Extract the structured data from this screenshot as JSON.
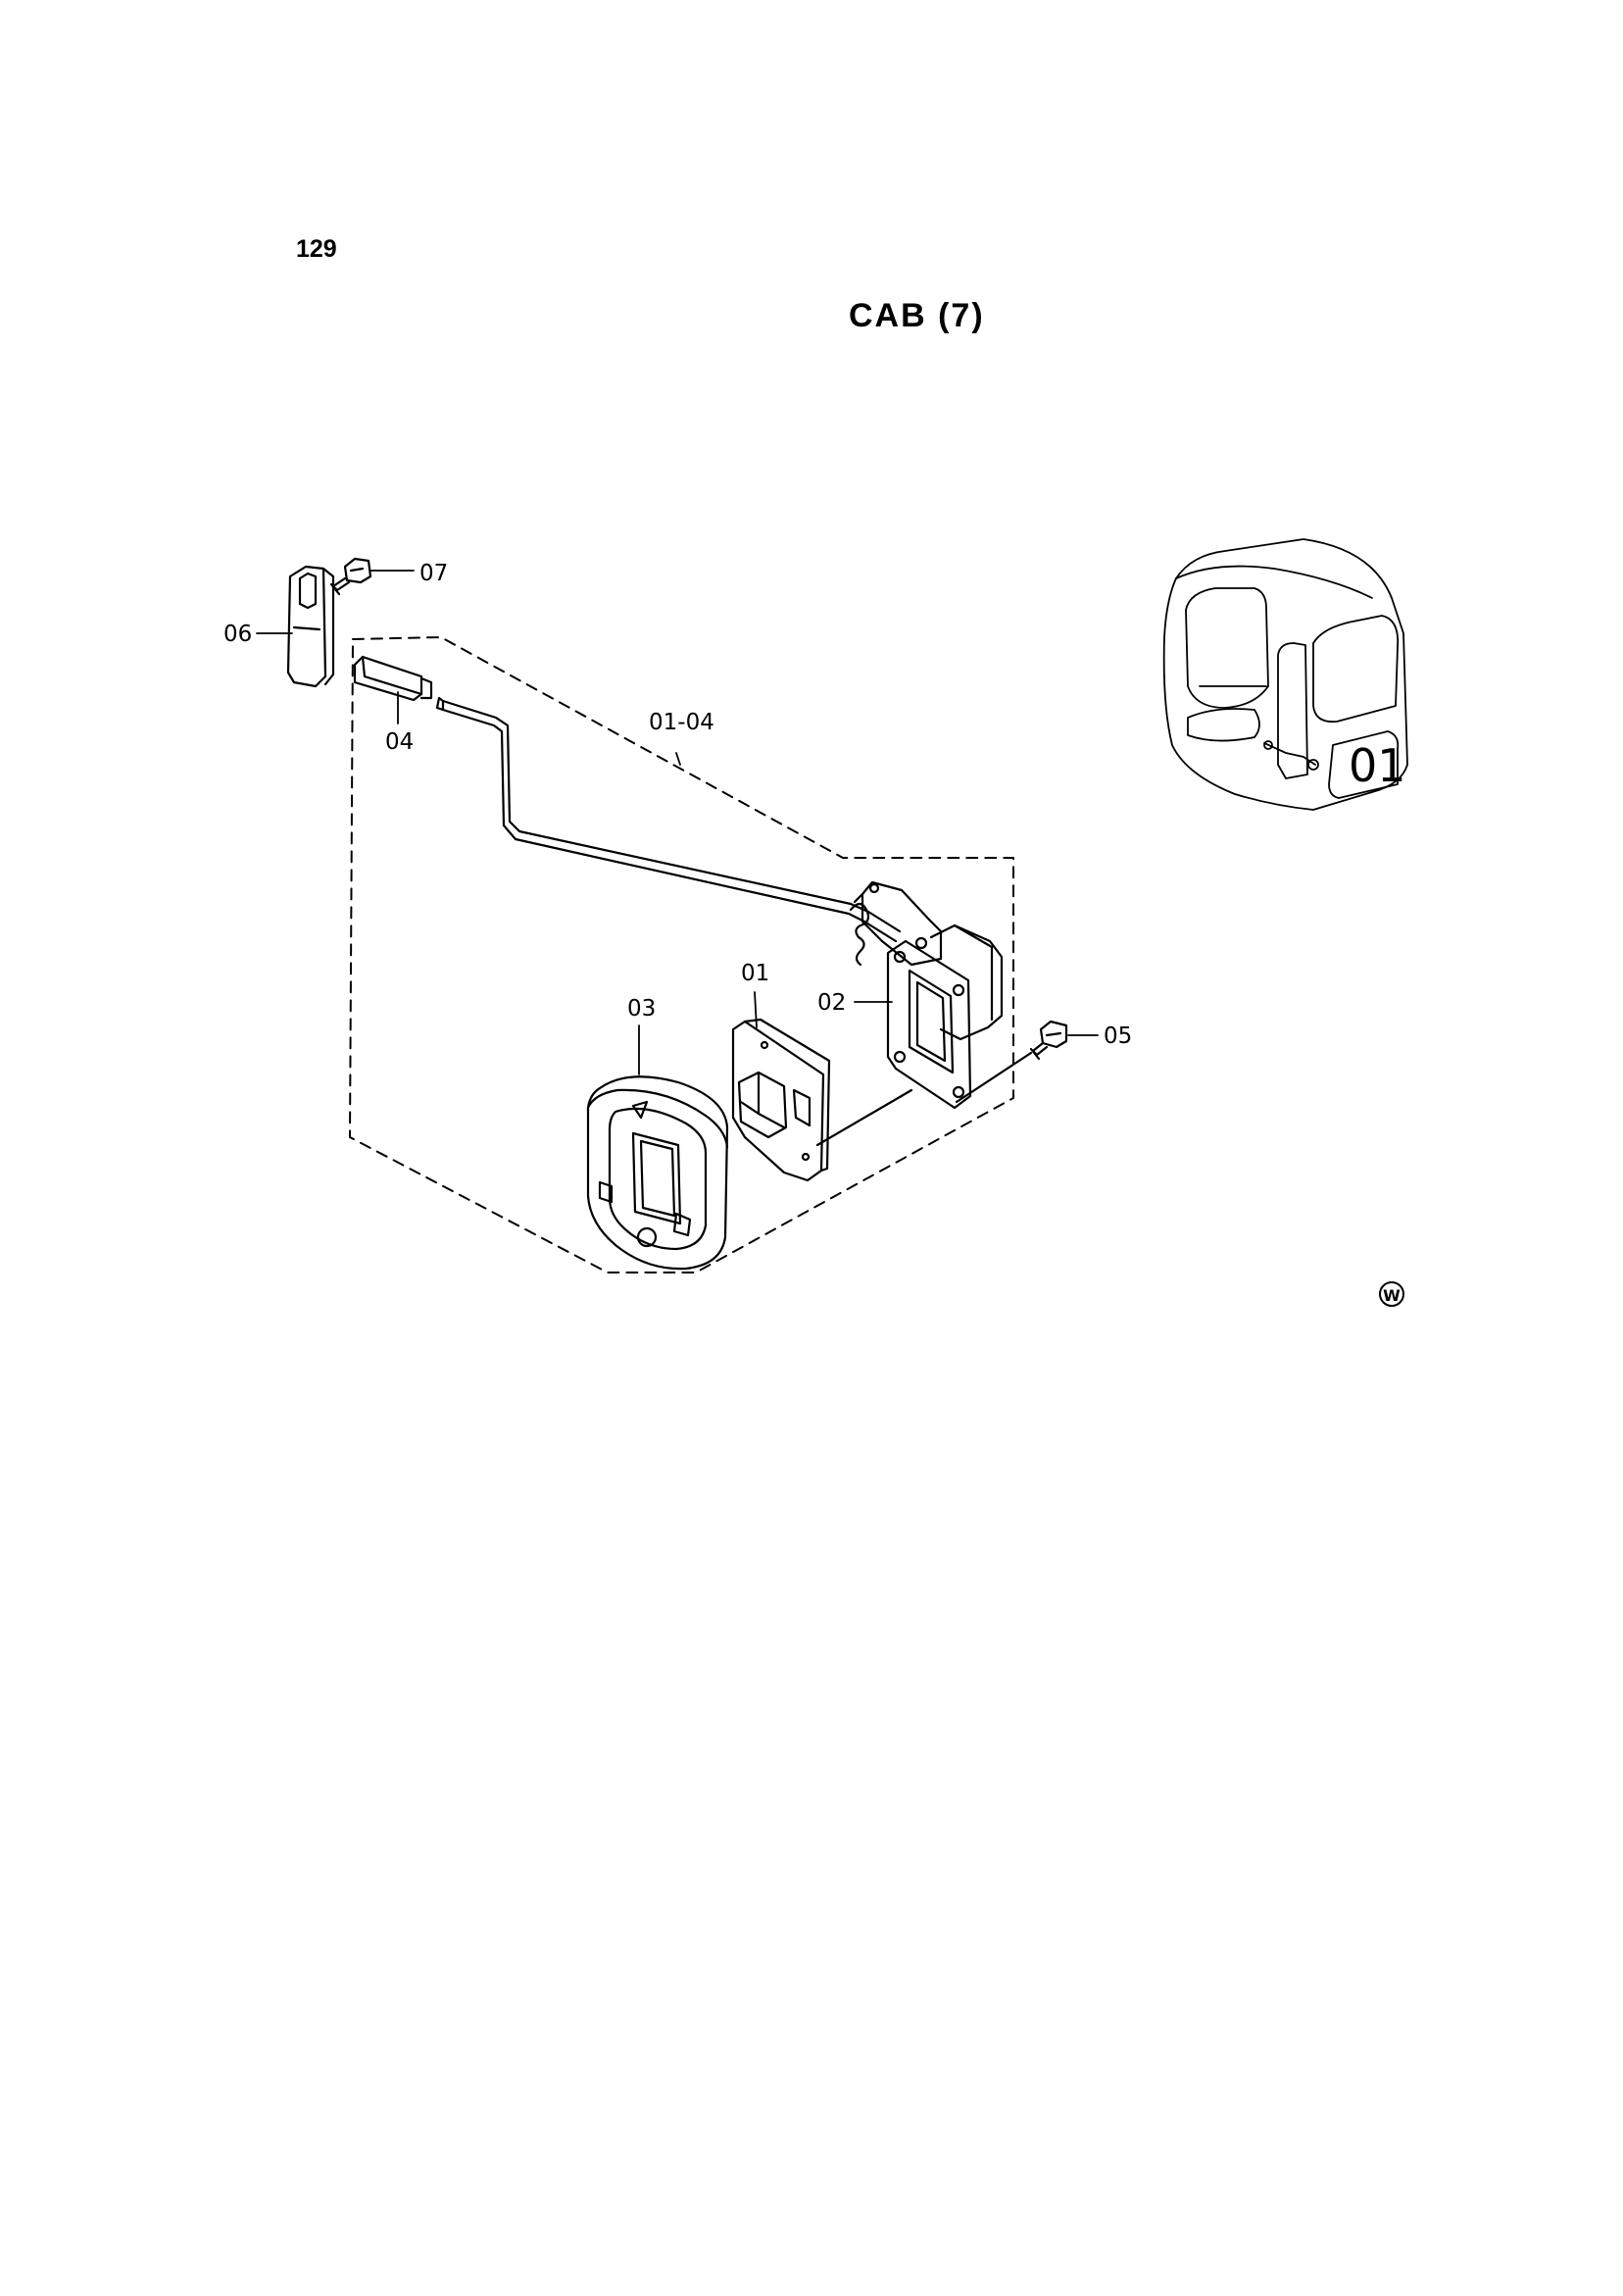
{
  "page": {
    "number": "129",
    "title": "CAB (7)"
  },
  "callouts": {
    "p0104": "01-04",
    "p01": "01",
    "p02": "02",
    "p03": "03",
    "p04": "04",
    "p05": "05",
    "p06": "06",
    "p07": "07"
  },
  "inset_label": "01",
  "mark": "W"
}
